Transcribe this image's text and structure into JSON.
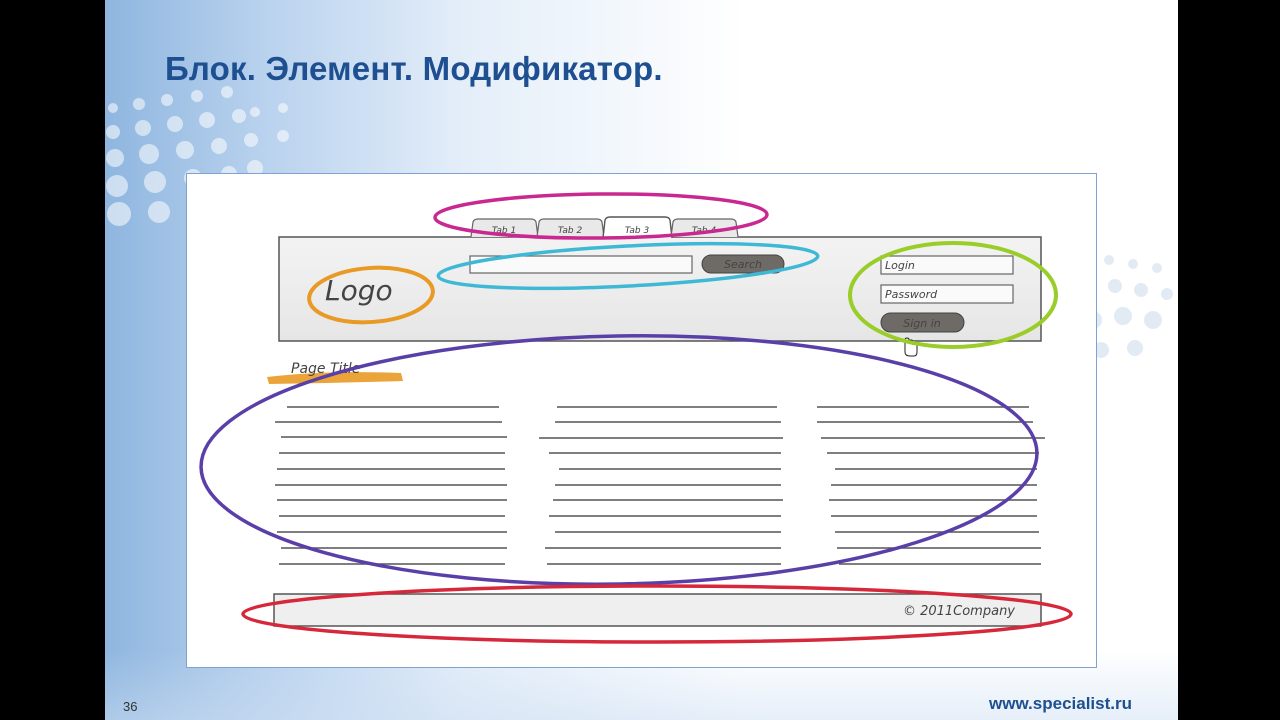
{
  "slide": {
    "title": "Блок. Элемент. Модификатор.",
    "page_number": "36",
    "site_url": "www.specialist.ru"
  },
  "wireframe": {
    "tabs": [
      {
        "label": "Tab 1",
        "active": false
      },
      {
        "label": "Tab 2",
        "active": false
      },
      {
        "label": "Tab 3",
        "active": true
      },
      {
        "label": "Tab 4",
        "active": false
      }
    ],
    "logo": "Logo",
    "search_button": "Search",
    "login_placeholder": "Login",
    "password_placeholder": "Password",
    "signin_button": "Sign in",
    "page_title": "Page Title",
    "footer_text": "© 2011Company",
    "highlight_colors": {
      "tabs": "#c8288f",
      "search": "#3fb8d6",
      "logo": "#e89a24",
      "login": "#9acd2a",
      "content": "#5a3fa8",
      "footer": "#d6283a"
    }
  }
}
